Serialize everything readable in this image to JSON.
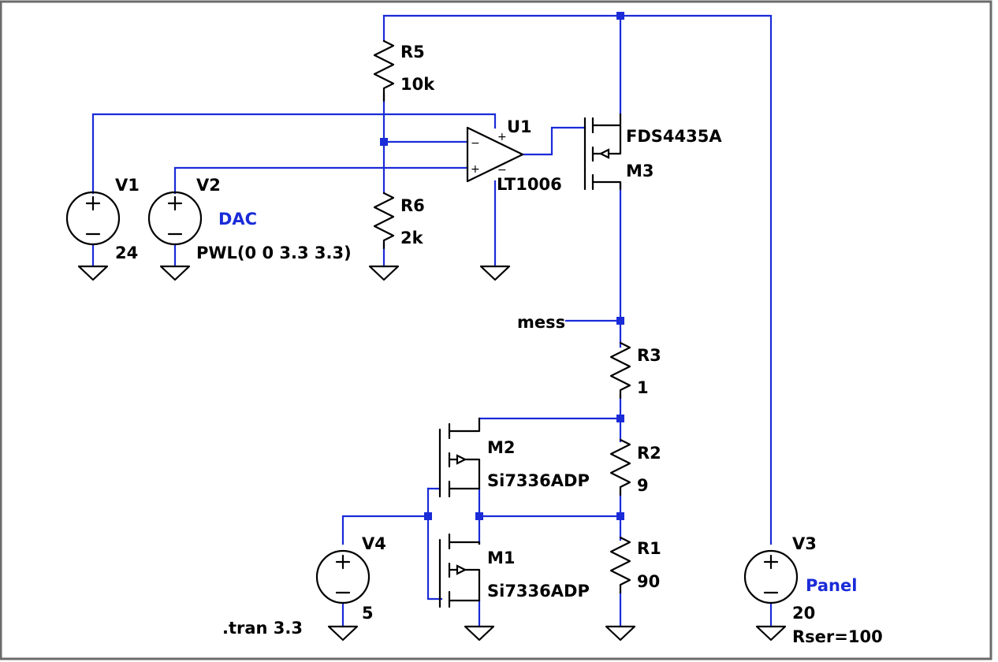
{
  "components": {
    "r5": {
      "name": "R5",
      "value": "10k"
    },
    "r6": {
      "name": "R6",
      "value": "2k"
    },
    "r3": {
      "name": "R3",
      "value": "1"
    },
    "r2": {
      "name": "R2",
      "value": "9"
    },
    "r1": {
      "name": "R1",
      "value": "90"
    },
    "u1": {
      "name": "U1",
      "model": "LT1006"
    },
    "m3": {
      "name": "M3",
      "model": "FDS4435A"
    },
    "m2": {
      "name": "M2",
      "model": "Si7336ADP"
    },
    "m1": {
      "name": "M1",
      "model": "Si7336ADP"
    },
    "v1": {
      "name": "V1",
      "value": "24"
    },
    "v2": {
      "name": "V2",
      "label": "DAC",
      "value": "PWL(0 0 3.3 3.3)"
    },
    "v3": {
      "name": "V3",
      "label": "Panel",
      "value": "20",
      "rser": "Rser=100"
    },
    "v4": {
      "name": "V4",
      "value": "5"
    }
  },
  "net_labels": {
    "mess": "mess"
  },
  "directives": {
    "tran": ".tran 3.3"
  },
  "symbols": {
    "plus": "+",
    "minus": "−"
  },
  "colors": {
    "wire": "#1a2bd8",
    "component": "#000000",
    "background": "#ffffff",
    "frame": "#6b6b6b"
  }
}
